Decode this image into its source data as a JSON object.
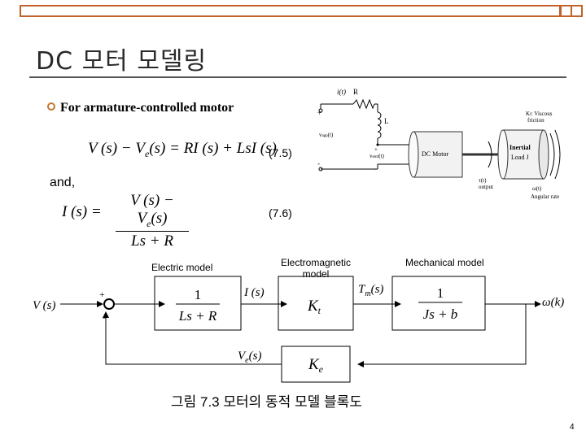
{
  "slide": {
    "title": "DC 모터 모델링",
    "bullet": "For armature-controlled motor",
    "and_text": "and,",
    "eq1_left": "V (s) − V",
    "eq1_sub": "e",
    "eq1_right": "(s) = RI (s) + LsI (s)",
    "eq1_num": "(7.5)",
    "eq2_lhs": "I (s) =",
    "eq2_numer": "V (s) − V",
    "eq2_numer_sub": "e",
    "eq2_numer_tail": "(s)",
    "eq2_denom": "Ls + R",
    "eq2_num": "(7.6)",
    "caption": "그림 7.3  모터의 동적 모델 블록도",
    "page_number": "4"
  },
  "circuit": {
    "current": "i(t)",
    "resistor": "R",
    "inductor": "L",
    "vapp": "v",
    "vapp_sub": "app",
    "vapp_tail": "(t)",
    "vemf": "v",
    "vemf_sub": "emf",
    "vemf_tail": "(t)",
    "motor": "DC Motor",
    "load_l1": "Inertial",
    "load_l2": "Load J",
    "friction_l1": "K",
    "friction_l1_sub": "f",
    "friction_l1_tail": ": Viscous",
    "friction_l2": "friction",
    "torque_l1": "τ(t)",
    "torque_l2": "output",
    "speed_l1": "ω(t)",
    "speed_l2": "Angular rate",
    "plus": "+",
    "minus": "-"
  },
  "block_diagram": {
    "label_electric": "Electric model",
    "label_electromag_1": "Electromagnetic",
    "label_electromag_2": "model",
    "label_mechanical": "Mechanical model",
    "input": "V (s)",
    "plus": "+",
    "minus": "-",
    "b1_num": "1",
    "b1_den": "Ls + R",
    "i_signal": "I (s)",
    "b2": "K",
    "b2_sub": "t",
    "tm_signal": "T",
    "tm_sub": "m",
    "tm_tail": "(s)",
    "b3_num": "1",
    "b3_den": "Js + b",
    "output": "ω(k)",
    "ve_signal": "V",
    "ve_sub": "e",
    "ve_tail": "(s)",
    "b4": "K",
    "b4_sub": "e"
  }
}
